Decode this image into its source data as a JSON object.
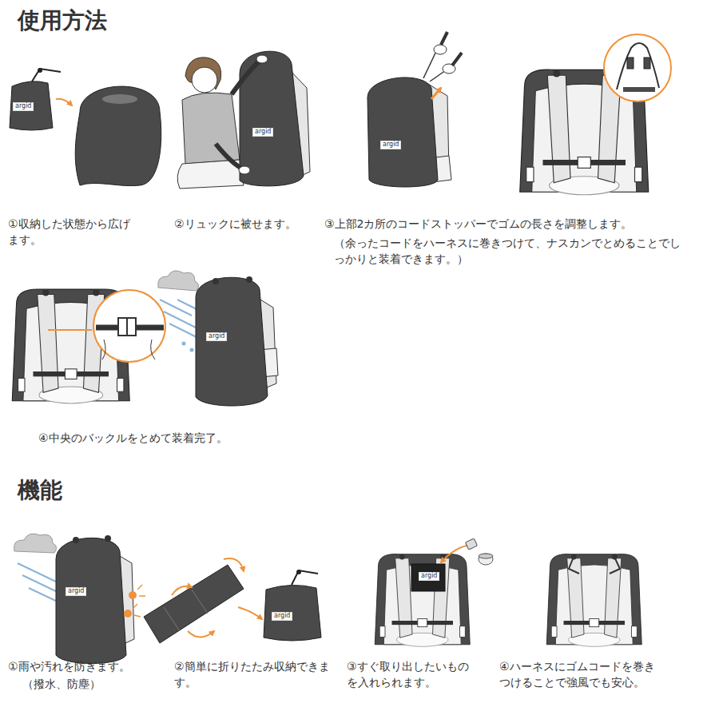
{
  "diagram": {
    "title": "使用方法",
    "labels": [
      "機能",
      "①収納した状態から広げます。",
      "②リュックに被せます。",
      "③上部2カ所のコードストッパーでゴムの長さを調整します。",
      "（余ったコードをハーネスに巻きつけて、ナスカンでとめることでしっかりと装着できます。）",
      "④中央のバックルをとめて装着完了。",
      "①雨や汚れを防ぎます。",
      "（撥水、防塵）",
      "②簡単に折りたたみ収納できます。",
      "③すぐ取り出したいものを入れられます。",
      "④ハーネスにゴムコードを巻きつけることで強風でも安心。",
      "argid",
      "argid",
      "argid",
      "argid",
      "argid",
      "argid",
      "argid"
    ]
  }
}
